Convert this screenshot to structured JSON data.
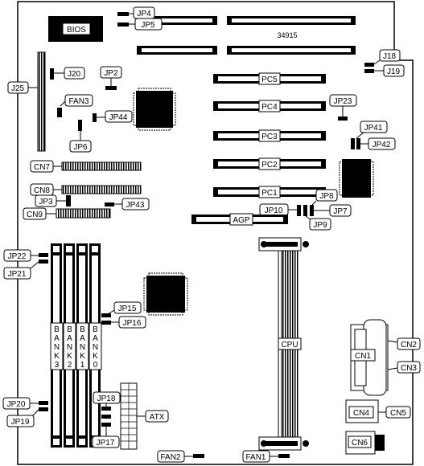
{
  "board": {
    "part_number": "34915",
    "labels": {
      "bios": "BIOS",
      "jp4": "JP4",
      "jp5": "JP5",
      "j18": "J18",
      "j19": "J19",
      "j20": "J20",
      "j25": "J25",
      "jp2": "JP2",
      "fan3": "FAN3",
      "jp44": "JP44",
      "jp6": "JP6",
      "jp23": "JP23",
      "jp41": "JP41",
      "jp42": "JP42",
      "cn7": "CN7",
      "cn8": "CN8",
      "jp3": "JP3",
      "cn9": "CN9",
      "jp43": "JP43",
      "jp8": "JP8",
      "jp10": "JP10",
      "jp7": "JP7",
      "jp9": "JP9",
      "agp": "AGP",
      "jp22": "JP22",
      "jp21": "JP21",
      "jp15": "JP15",
      "jp16": "JP16",
      "cpu": "CPU",
      "cn1": "CN1",
      "cn2": "CN2",
      "cn3": "CN3",
      "jp20": "JP20",
      "jp19": "JP19",
      "jp18": "JP18",
      "jp17": "JP17",
      "atx": "ATX",
      "cn4": "CN4",
      "cn5": "CN5",
      "cn6": "CN6",
      "fan2": "FAN2",
      "fan1": "FAN1"
    },
    "pci_slots": [
      "PC5",
      "PC4",
      "PC3",
      "PC2",
      "PC1"
    ],
    "memory_banks": [
      {
        "letters": [
          "B",
          "A",
          "N",
          "K",
          "3"
        ]
      },
      {
        "letters": [
          "B",
          "A",
          "N",
          "K",
          "2"
        ]
      },
      {
        "letters": [
          "B",
          "A",
          "N",
          "K",
          "1"
        ]
      },
      {
        "letters": [
          "B",
          "A",
          "N",
          "K",
          "0"
        ]
      }
    ]
  }
}
